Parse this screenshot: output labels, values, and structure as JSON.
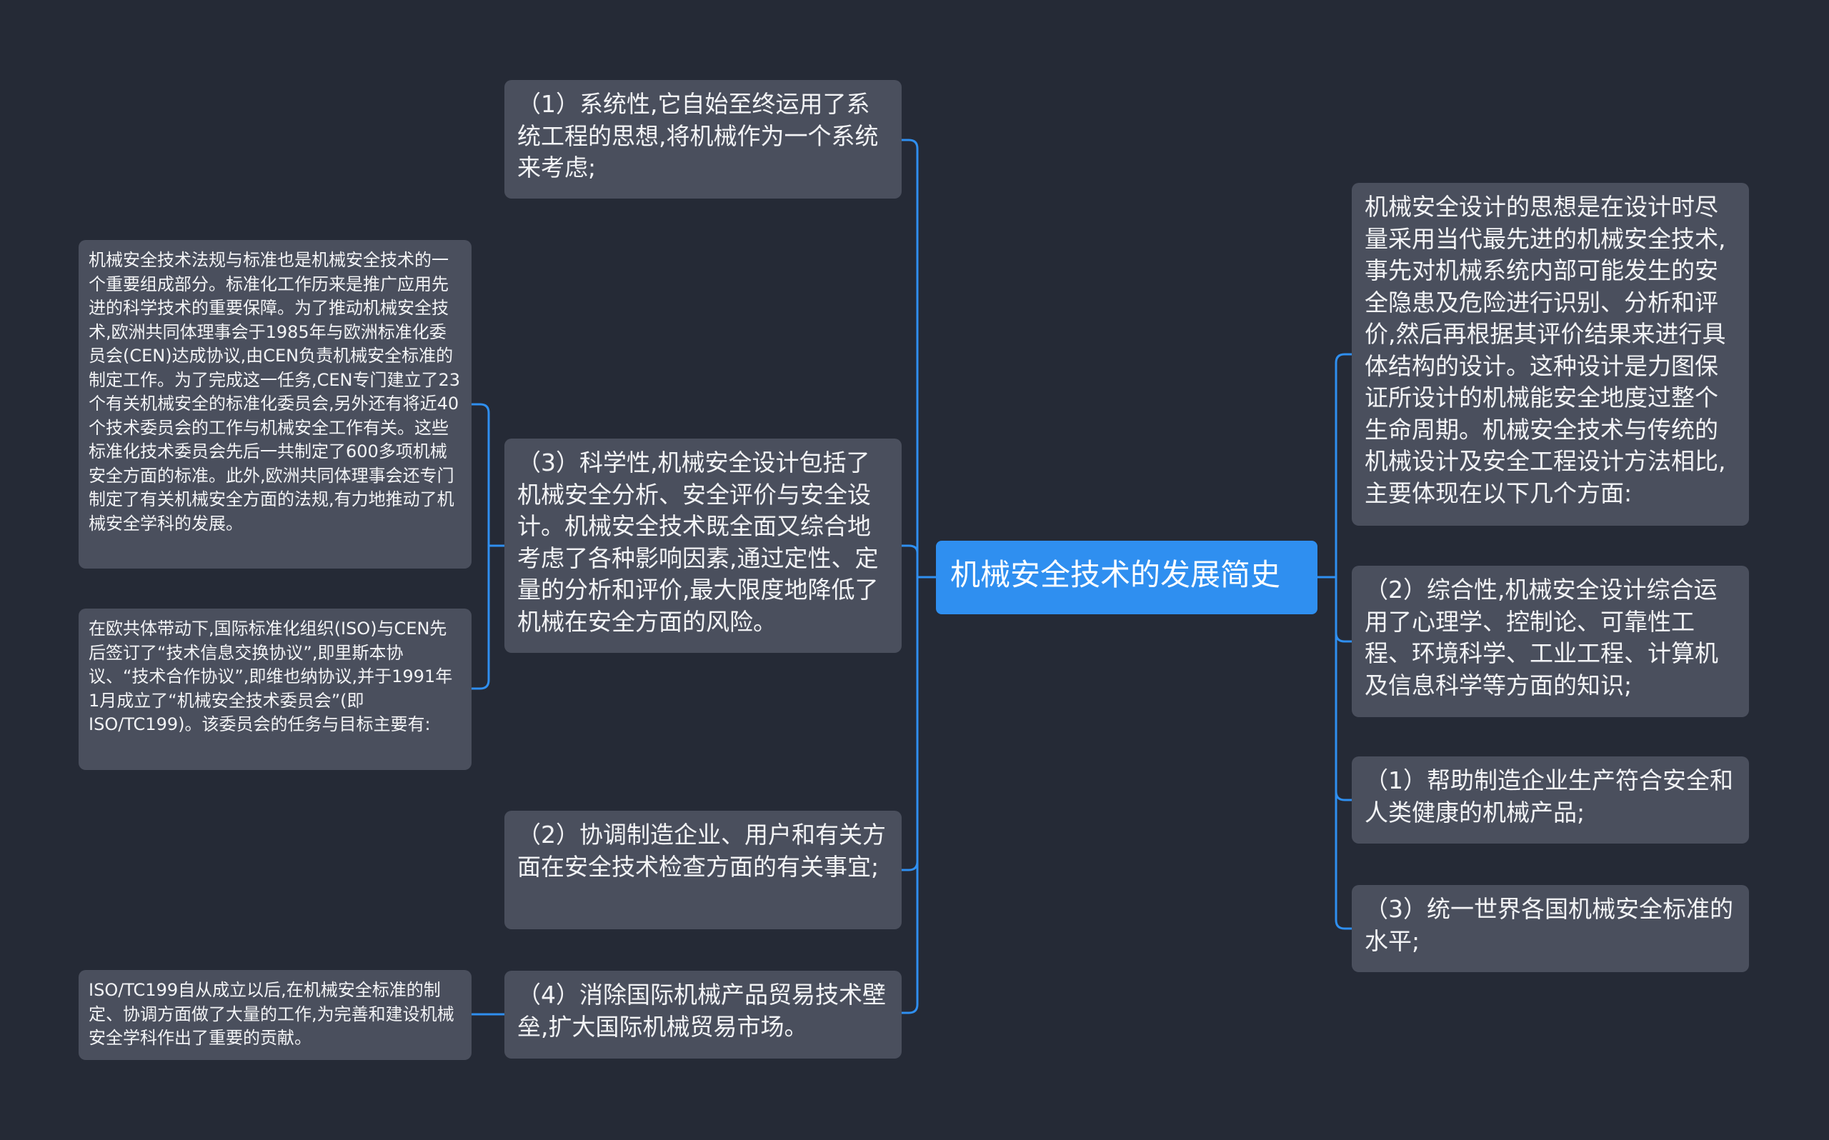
{
  "central": "机械安全技术的发展简史",
  "left_nodes": [
    {
      "id": "n1",
      "text": "（1）系统性,它自始至终运用了系统工程的思想,将机械作为一个系统来考虑;"
    },
    {
      "id": "n2",
      "text": "（3）科学性,机械安全设计包括了机械安全分析、安全评价与安全设计。机械安全技术既全面又综合地考虑了各种影响因素,通过定性、定量的分析和评价,最大限度地降低了机械在安全方面的风险。"
    },
    {
      "id": "n3",
      "text": "（2）协调制造企业、用户和有关方面在安全技术检查方面的有关事宜;"
    },
    {
      "id": "n4",
      "text": "（4）消除国际机械产品贸易技术壁垒,扩大国际机械贸易市场。"
    }
  ],
  "far_left_nodes": [
    {
      "id": "f1",
      "text": "机械安全技术法规与标准也是机械安全技术的一个重要组成部分。标准化工作历来是推广应用先进的科学技术的重要保障。为了推动机械安全技术,欧洲共同体理事会于1985年与欧洲标准化委员会(CEN)达成协议,由CEN负责机械安全标准的制定工作。为了完成这一任务,CEN专门建立了23个有关机械安全的标准化委员会,另外还有将近40个技术委员会的工作与机械安全工作有关。这些标准化技术委员会先后一共制定了600多项机械安全方面的标准。此外,欧洲共同体理事会还专门制定了有关机械安全方面的法规,有力地推动了机械安全学科的发展。"
    },
    {
      "id": "f2",
      "text": "在欧共体带动下,国际标准化组织(ISO)与CEN先后签订了“技术信息交换协议”,即里斯本协议、“技术合作协议”,即维也纳协议,并于1991年1月成立了“机械安全技术委员会”(即ISO/TC199)。该委员会的任务与目标主要有:"
    },
    {
      "id": "f3",
      "text": "ISO/TC199自从成立以后,在机械安全标准的制定、协调方面做了大量的工作,为完善和建设机械安全学科作出了重要的贡献。"
    }
  ],
  "right_nodes": [
    {
      "id": "r1",
      "text": "机械安全设计的思想是在设计时尽量采用当代最先进的机械安全技术,事先对机械系统内部可能发生的安全隐患及危险进行识别、分析和评价,然后再根据其评价结果来进行具体结构的设计。这种设计是力图保证所设计的机械能安全地度过整个生命周期。机械安全技术与传统的机械设计及安全工程设计方法相比,主要体现在以下几个方面:"
    },
    {
      "id": "r2",
      "text": "（2）综合性,机械安全设计综合运用了心理学、控制论、可靠性工程、环境科学、工业工程、计算机及信息科学等方面的知识;"
    },
    {
      "id": "r3",
      "text": "（1）帮助制造企业生产符合安全和人类健康的机械产品;"
    },
    {
      "id": "r4",
      "text": "（3）统一世界各国机械安全标准的水平;"
    }
  ],
  "colors": {
    "background": "#252a36",
    "node": "#4a4f5d",
    "accent": "#2f8ff0",
    "text": "#f2f3f5"
  }
}
